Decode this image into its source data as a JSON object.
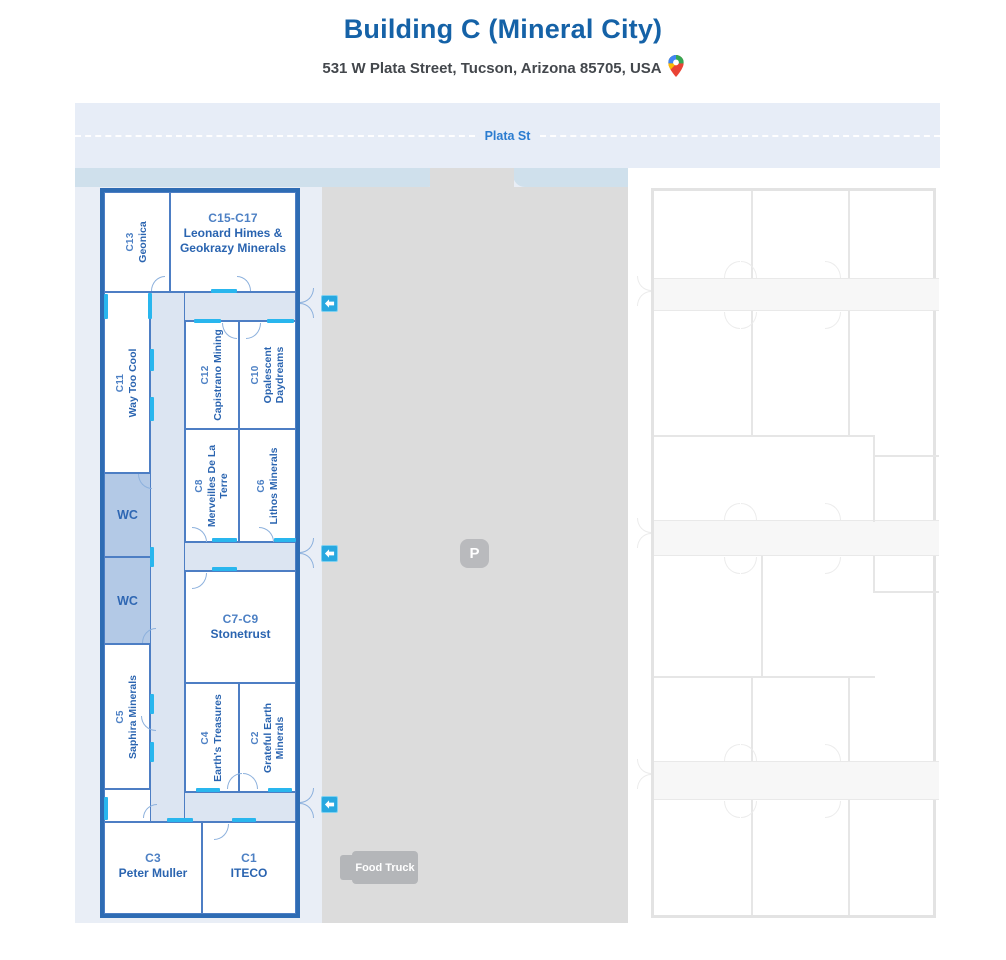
{
  "header": {
    "title": "Building C",
    "title_suffix": "(Mineral City)",
    "address": "531 W Plata Street, Tucson, Arizona 85705, USA"
  },
  "street": {
    "name": "Plata St"
  },
  "map": {
    "parking_icon": "P",
    "food_truck": "Food Truck",
    "entrance_arrow_icon": "left-arrow",
    "toilets_label": "WC"
  },
  "rooms": {
    "c13": {
      "code": "C13",
      "name": "Geonica"
    },
    "c15_17": {
      "code": "C15-C17",
      "name": "Leonard Himes & Geokrazy Minerals"
    },
    "c11": {
      "code": "C11",
      "name": "Way Too Cool"
    },
    "c12": {
      "code": "C12",
      "name": "Capistrano Mining"
    },
    "c10": {
      "code": "C10",
      "name": "Opalescent Daydreams"
    },
    "c8": {
      "code": "C8",
      "name": "Merveilles De La Terre"
    },
    "c6": {
      "code": "C6",
      "name": "Lithos Minerals"
    },
    "c7_9": {
      "code": "C7-C9",
      "name": "Stonetrust"
    },
    "c5": {
      "code": "C5",
      "name": "Saphira Minerals"
    },
    "c4": {
      "code": "C4",
      "name": "Earth's Treasures"
    },
    "c2": {
      "code": "C2",
      "name": "Grateful Earth Minerals"
    },
    "c3": {
      "code": "C3",
      "name": "Peter Muller"
    },
    "c1": {
      "code": "C1",
      "name": "ITECO"
    },
    "wc_top": {
      "name": "WC"
    },
    "wc_bottom": {
      "name": "WC"
    }
  },
  "colors": {
    "title_blue": "#1562A7",
    "room_code_blue": "#4D80C4",
    "room_name_blue": "#2A64B0",
    "building_border_blue": "#2E6CB4",
    "wall_blue": "#4D7EC4",
    "corridor_fill": "#DCE5F2",
    "wc_fill": "#B3C9E6",
    "door_cyan": "#29B6EE",
    "entrance_marker_blue": "#28A8E0",
    "street_band": "#E7EDF7",
    "sidewalk": "#CFE0EC",
    "parking_gray": "#DCDCDC",
    "faded_building_gray": "#E3E3E3",
    "pin_blue": "#4285F4",
    "pin_green": "#34A853",
    "pin_yellow": "#FBBC04",
    "pin_red": "#EA4335"
  }
}
